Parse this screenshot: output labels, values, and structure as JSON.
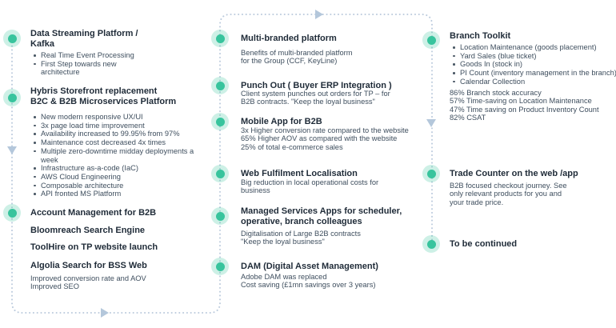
{
  "colors": {
    "accent_green": "#38c49d",
    "accent_halo": "#cdeee2",
    "heading_text": "#1f2b38",
    "body_text": "#3e4e5e",
    "timeline_line": "#bccbdd",
    "timeline_arrow": "#b4c7db",
    "background": "#ffffff"
  },
  "left": {
    "sections": [
      {
        "title_lines": [
          "Data Streaming Platform /",
          "Kafka"
        ],
        "bullets": [
          "Real Time Event Processing",
          "First Step towards new architecture"
        ]
      },
      {
        "title_lines": [
          "Hybris Storefront replacement",
          "B2C & B2B  Microservices Platform"
        ],
        "bullets": [
          "New modern responsive UX/UI",
          "3x page load time improvement",
          "Availability increased to 99.95% from 97%",
          "Maintenance cost decreased 4x times",
          "Multiple zero-downtime midday deployments a week",
          "Infrastructure as-a-code (IaC)",
          "AWS Cloud Engineering",
          "Composable architecture",
          "API fronted MS Platform"
        ]
      },
      {
        "headings": [
          "Account Management for B2B",
          "Bloomreach Search Engine",
          "ToolHire on TP website launch",
          "Algolia Search for BSS Web"
        ],
        "body_lines": [
          "Improved conversion rate and AOV",
          "Improved SEO"
        ]
      }
    ]
  },
  "middle": {
    "sections": [
      {
        "title_lines": [
          "Multi-branded platform"
        ],
        "body_lines": [
          "Benefits of multi-branded platform",
          "for the Group (CCF, KeyLine)"
        ]
      },
      {
        "title_lines": [
          "Punch Out ( Buyer ERP Integration )"
        ],
        "body_lines": [
          "Client system punches out orders for TP – for",
          "B2B contracts. \"Keep the loyal business\""
        ]
      },
      {
        "title_lines": [
          "Mobile App for B2B"
        ],
        "body_lines": [
          "3x Higher conversion rate compared to the website",
          "65% Higher AOV as compared with the website",
          "25% of total e-commerce sales"
        ]
      },
      {
        "title_lines": [
          "Web Fulfilment Localisation"
        ],
        "body_lines": [
          "Big reduction in local operational costs for",
          "business"
        ]
      },
      {
        "title_lines": [
          "Managed Services Apps for scheduler,",
          "operative, branch colleagues"
        ],
        "body_lines": [
          "Digitalisation of Large B2B contracts",
          "\"Keep the loyal business\""
        ]
      },
      {
        "title_lines": [
          "DAM (Digital Asset Management)"
        ],
        "body_lines": [
          "Adobe DAM was replaced",
          "Cost saving (£1mn savings over 3 years)"
        ]
      }
    ]
  },
  "right": {
    "sections": [
      {
        "title": "Branch Toolkit",
        "bullets": [
          "Location Maintenance (goods placement)",
          "Yard Sales (blue ticket)",
          "Goods In (stock in)",
          "PI Count  (inventory management in the branch)",
          "Calendar Collection"
        ],
        "stats": [
          "86% Branch stock accuracy",
          "57% Time-saving on Location Maintenance",
          "47% Time saving on Product Inventory Count",
          "82% CSAT"
        ]
      },
      {
        "title": "Trade Counter on the web /app",
        "body_lines": [
          "B2B focused checkout journey. See",
          "only relevant products for you and",
          "your trade price."
        ]
      },
      {
        "title": "To be continued"
      }
    ]
  }
}
